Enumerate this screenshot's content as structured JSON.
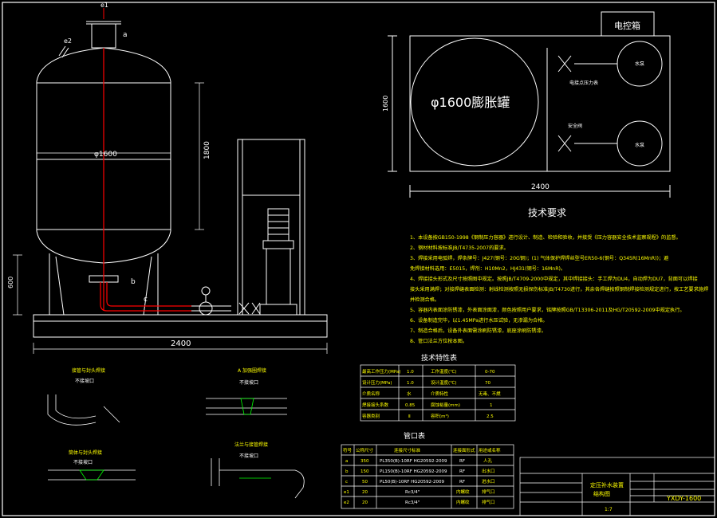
{
  "vessel": {
    "diameter_label": "φ1600",
    "height_label": "1800",
    "leg_height_label": "600",
    "base_width_label": "2400",
    "nozzles": [
      "e1",
      "e2",
      "a",
      "b",
      "c"
    ]
  },
  "plan_view": {
    "control_box": "电控箱",
    "tank_label": "φ1600膨胀罐",
    "height_label": "1600",
    "width_label": "2400",
    "valve_label_1": "电接点压力表",
    "valve_label_2": "安全阀",
    "pump_label": "水泵"
  },
  "tech_req": {
    "title": "技术要求",
    "lines": [
      "1、本设备按GB150-1998《钢制压力容器》进行设计、制造、检验和验收，并接受《压力容器安全技术监察规程》的监督。",
      "2、钢材材料按标准JB/T4735-2007的要求。",
      "3、焊接采用电弧焊，焊条牌号：J427(钢号：20G钢)；(1)        气体保护焊焊丝型号ER50-6(钢号：Q345R(16MnR))；避",
      "    免焊接材料选用：E5015，焊剂：H10Mn2，HJ431(钢号：16MnR)。",
      "4、焊接接头形式及尺寸按照图中规定。按照JB/T4709-2000中规定，其中焊接接头：手工焊为DU4，自动焊为DU7，背面可以焊接",
      "    接头采用满焊；对接焊缝表面检测：射线检测按照无损探伤标准JB/T4730进行，其余各焊缝按照钢制焊接检测规定进行，按工艺要求施焊",
      "    并检测合格。",
      "5、容器内表面涂防锈漆，外表面涂面漆，颜色按照用户要求，铭牌按照GB/T13306-2011及HG/T20592-2009中规定执行。",
      "6、设备制造完毕，以1.45MPa进行水压试验，无渗漏为合格。",
      "7、制造合格后，设备外表面需涂刷防锈漆，底座涂刷防锈漆。",
      "8、管口法兰方位按本图。"
    ]
  },
  "spec_table": {
    "title": "技术特性表",
    "rows": [
      [
        "最高工作压力(MPa)",
        "1.0",
        "工作温度(℃)",
        "0-70"
      ],
      [
        "设计压力(MPa)",
        "1.0",
        "设计温度(℃)",
        "70"
      ],
      [
        "介质名称",
        "水",
        "介质特性",
        "无毒、不燃"
      ],
      [
        "焊接接头系数",
        "0.85",
        "腐蚀裕量(mm)",
        "1"
      ],
      [
        "容器类别",
        "Ⅱ",
        "容积(m³)",
        "2.5"
      ]
    ]
  },
  "nozzle_table": {
    "title": "管口表",
    "headers": [
      "符号",
      "公称尺寸",
      "连接尺寸标准",
      "连接面形式",
      "用途或名称"
    ],
    "rows": [
      [
        "a",
        "350",
        "PL350(B)-10RF HG20592-2009",
        "RF",
        "人孔"
      ],
      [
        "b",
        "150",
        "PL150(B)-10RF HG20592-2009",
        "RF",
        "出水口"
      ],
      [
        "c",
        "50",
        "PL50(B)-10RF HG20592-2009",
        "RF",
        "进水口"
      ],
      [
        "e1",
        "20",
        "Rc3/4\"",
        "内螺纹",
        "排气口"
      ],
      [
        "e2",
        "20",
        "Rc3/4\"",
        "内螺纹",
        "排气口"
      ]
    ]
  },
  "title_block": {
    "product": "定压补水装置",
    "drawing": "结构图",
    "code": "YXDY-1600",
    "scale": "1:7"
  },
  "details": [
    {
      "title": "接管与封头焊接",
      "note": "不接坡口"
    },
    {
      "title": "A 加强圈焊接",
      "note": "不接坡口"
    },
    {
      "title": "筒体与封头焊接",
      "note": "不接坡口"
    },
    {
      "title": "法兰与接管焊接",
      "note": "不接坡口"
    }
  ]
}
